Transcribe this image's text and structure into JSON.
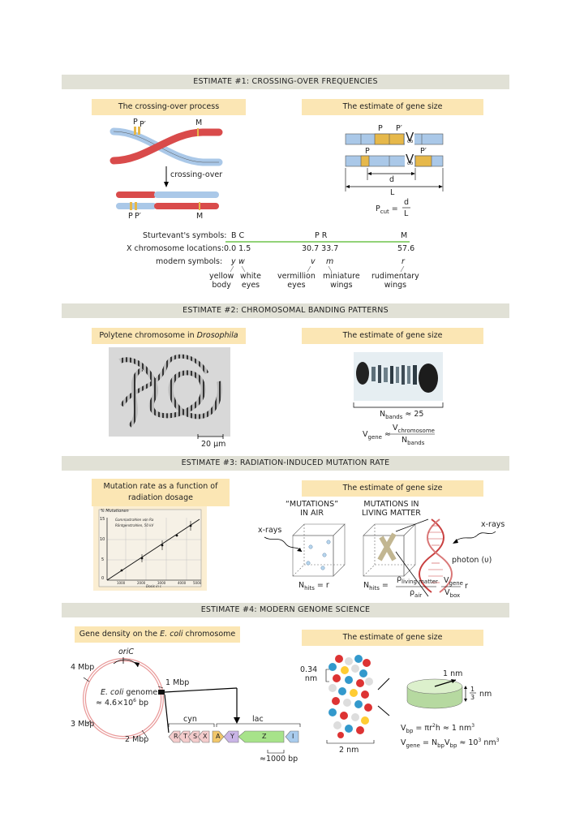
{
  "sections": {
    "s1": {
      "title": "ESTIMATE #1: CROSSING-OVER FREQUENCIES",
      "left_caption": "The crossing-over process",
      "right_caption": "The estimate of gene size",
      "cross_label": "crossing-over",
      "P": "P",
      "Pp": "P′",
      "M": "M",
      "V": "V",
      "oo": "oo",
      "d": "d",
      "L": "L",
      "pcut_lhs": "P",
      "pcut_sub": "cut",
      "pcut_num": "d",
      "pcut_den": "L",
      "eq": "=",
      "row_labels": [
        "Sturtevant's symbols:",
        "X chromosome locations:",
        "modern symbols:"
      ],
      "sturtevant": [
        "B C",
        "P R",
        "M"
      ],
      "locations": [
        "0.0 1.5",
        "30.7 33.7",
        "57.6"
      ],
      "modern": [
        [
          "y",
          "w"
        ],
        [
          "v",
          "m"
        ],
        [
          "r"
        ]
      ],
      "names": [
        "yellow\nbody",
        "white\neyes",
        "vermillion\neyes",
        "miniature\nwings",
        "rudimentary\nwings"
      ]
    },
    "s2": {
      "title": "ESTIMATE #2: CHROMOSOMAL BANDING PATTERNS",
      "left_caption_pre": "Polytene chromosome in ",
      "left_caption_it": "Drosophila",
      "right_caption": "The estimate of gene size",
      "scale": "20 μm",
      "nbands_lhs": "N",
      "nbands_sub": "bands",
      "nbands_val": "≈ 25",
      "vgene_lhs": "V",
      "vgene_sub": "gene",
      "approx": "≈",
      "frac_num": "V",
      "frac_num_sub": "chromosome",
      "frac_den": "N",
      "frac_den_sub": "bands"
    },
    "s3": {
      "title": "ESTIMATE #3: RADIATION-INDUCED MUTATION RATE",
      "left_caption": "Mutation rate as a function of radiation dosage",
      "right_caption": "The estimate of gene size",
      "air_title": "“MUTATIONS”\nIN AIR",
      "living_title": "MUTATIONS IN\nLIVING MATTER",
      "xrays": "x-rays",
      "photon": "photon (υ)",
      "nhits_air": "= r",
      "nhits": "N",
      "nhits_sub": "hits",
      "rho_num": "ρ",
      "rho_num_sub": "living matter",
      "rho_den": "ρ",
      "rho_den_sub": "air",
      "vg_num": "V",
      "vg_num_sub": "gene",
      "vb_den": "V",
      "vb_den_sub": "box",
      "r": "r",
      "graph_ylabel": "% Mutationen",
      "graph_legend": [
        "Gammastrahlen von Ra",
        "Röntgenstrahlen, 50 kV"
      ],
      "graph_xlabel": "Dosis in r.",
      "graph_yticks": [
        "15",
        "10",
        "5",
        "0"
      ],
      "graph_xticks": [
        "1000",
        "2000",
        "3000",
        "4000",
        "5000"
      ]
    },
    "s4": {
      "title": "ESTIMATE #4: MODERN GENOME SCIENCE",
      "left_caption_pre": "Gene density on the ",
      "left_caption_it": "E. coli",
      "left_caption_post": " chromosome",
      "right_caption": "The estimate of gene size",
      "oric": "oriC",
      "mbp": [
        "4 Mbp",
        "1 Mbp",
        "3 Mbp",
        "2 Mbp"
      ],
      "genome_it": "E. coli",
      "genome_line1_post": " genome",
      "genome_line2": "≈ 4.6×10",
      "genome_exp": "6",
      "genome_unit": " bp",
      "cyn": "cyn",
      "lac": "lac",
      "genes": [
        "R",
        "T",
        "S",
        "X",
        "A",
        "Y",
        "Z",
        "I"
      ],
      "bp1000": "≈1000 bp",
      "rise": "0.34\nnm",
      "width": "2 nm",
      "cyl_1nm": "1 nm",
      "cyl_third_num": "1",
      "cyl_third_den": "3",
      "cyl_nm": "nm",
      "vbp": "V",
      "vbp_sub": "bp",
      "vbp_eq": " = πr",
      "vbp_eq2": "h ≈ 1 nm",
      "vgene_eq": "V",
      "vgene_sub": "gene",
      "vgene_mid": " = N",
      "vgene_sub2": "bp",
      "vgene_mid2": "V",
      "vgene_sub3": "bp",
      "vgene_end": " ≈ 10",
      "sup2": "2",
      "sup3": "3",
      "nm3": " nm"
    }
  }
}
